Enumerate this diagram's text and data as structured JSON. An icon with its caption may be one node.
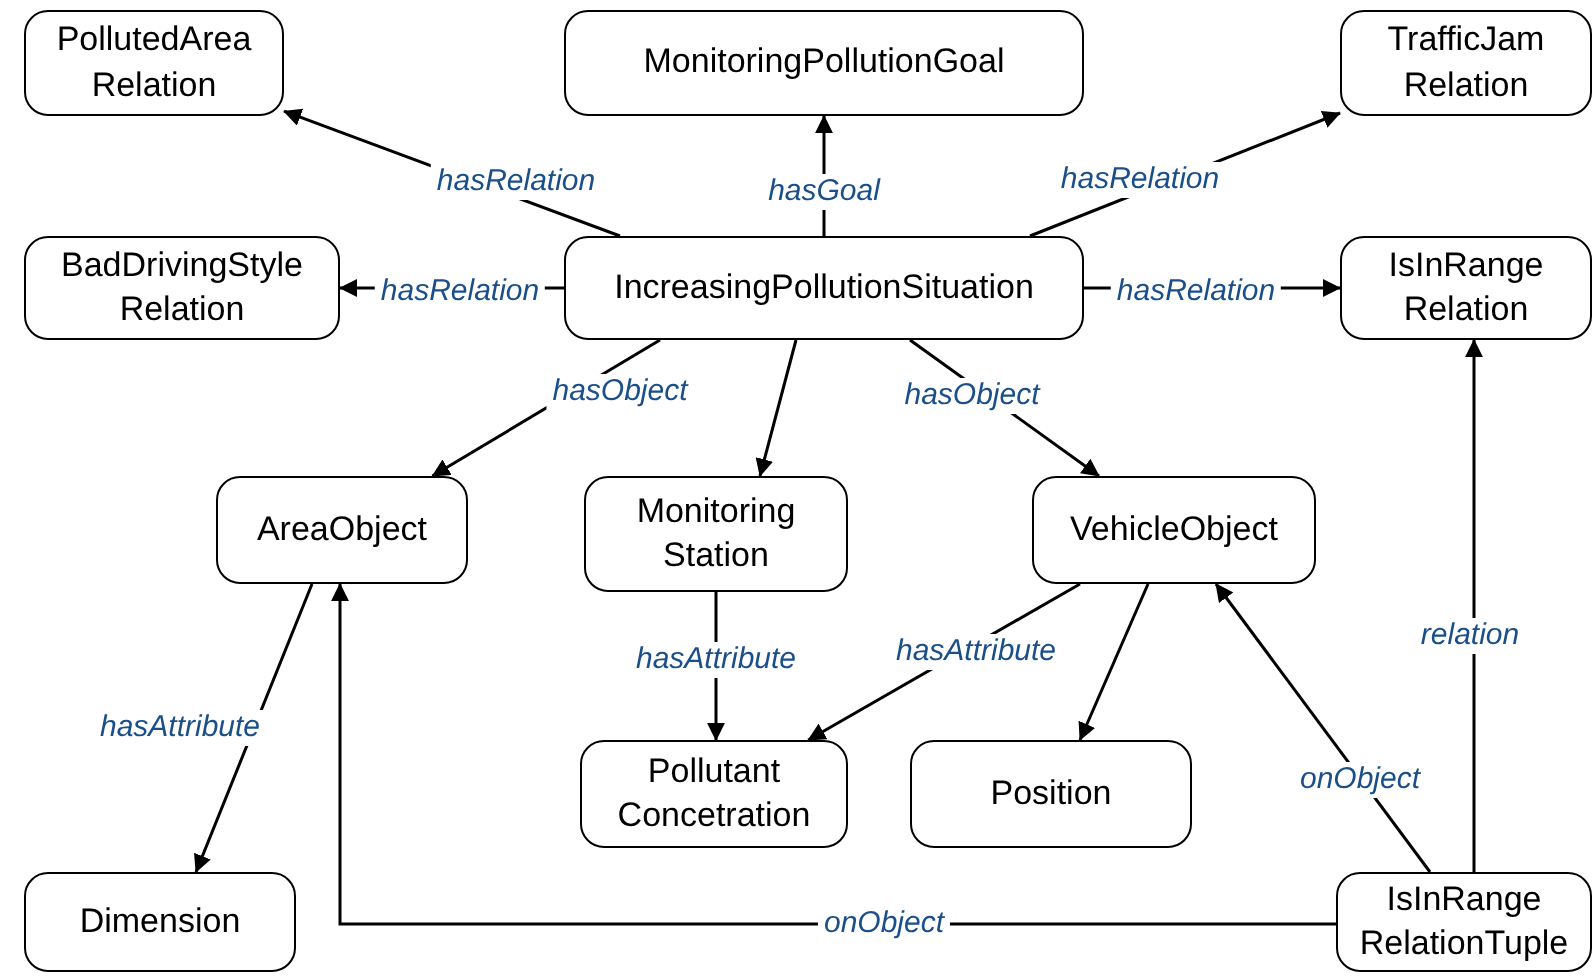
{
  "diagram": {
    "nodes": [
      {
        "text": [
          "PollutedArea Relation"
        ]
      },
      {
        "text": [
          "MonitoringPollutionGoal"
        ]
      },
      {
        "text": [
          "TrafficJam Relation"
        ]
      },
      {
        "text": [
          "BadDrivingStyle Relation"
        ]
      },
      {
        "text": [
          "IncreasingPollutionSituation"
        ]
      },
      {
        "text": [
          "IsInRange Relation"
        ]
      },
      {
        "text": [
          "AreaObject"
        ]
      },
      {
        "text": [
          "Monitoring Station"
        ]
      },
      {
        "text": [
          "VehicleObject"
        ]
      },
      {
        "text": [
          "Pollutant Concetration"
        ]
      },
      {
        "text": [
          "Position"
        ]
      },
      {
        "text": [
          "Dimension"
        ]
      },
      {
        "text": [
          "IsInRange RelationTuple"
        ]
      }
    ],
    "edges": [
      {
        "from": 4,
        "to": 0,
        "arrow": "to",
        "label": "hasRelation"
      },
      {
        "from": 4,
        "to": 1,
        "arrow": "to",
        "label": "hasGoal"
      },
      {
        "from": 4,
        "to": 2,
        "arrow": "to",
        "label": "hasRelation"
      },
      {
        "from": 4,
        "to": 3,
        "arrow": "to",
        "label": "hasRelation"
      },
      {
        "from": 4,
        "to": 5,
        "arrow": "to",
        "label": "hasRelation"
      },
      {
        "from": 4,
        "to": 6,
        "arrow": "to",
        "label": "hasObject"
      },
      {
        "from": 4,
        "to": 7,
        "arrow": "to"
      },
      {
        "from": 4,
        "to": 8,
        "arrow": "to",
        "label": "hasObject"
      },
      {
        "from": 7,
        "to": 9,
        "arrow": "to",
        "label": "hasAttribute"
      },
      {
        "from": 8,
        "to": 9,
        "arrow": "to",
        "label": "hasAttribute"
      },
      {
        "from": 8,
        "to": 10,
        "arrow": "to"
      },
      {
        "from": 6,
        "to": 11,
        "arrow": "to",
        "label": "hasAttribute"
      },
      {
        "from": 12,
        "to": 8,
        "arrow": "to",
        "label": "onObject"
      },
      {
        "from": 12,
        "to": 5,
        "arrow": "to",
        "label": "relation"
      },
      {
        "from": 12,
        "to": 6,
        "arrow": "to",
        "label": "onObject"
      }
    ]
  }
}
